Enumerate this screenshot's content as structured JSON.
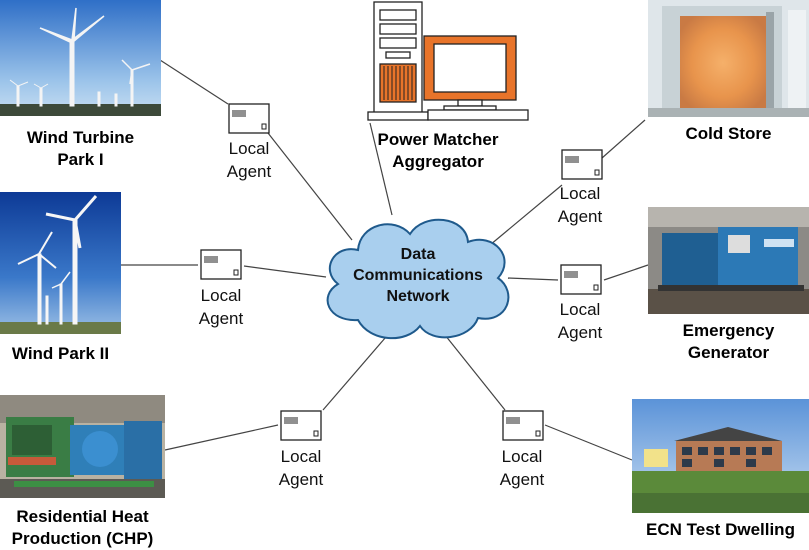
{
  "network": {
    "line1": "Data",
    "line2": "Communications",
    "line3": "Network"
  },
  "nodes": {
    "wind_turbine_park": {
      "line1": "Wind Turbine",
      "line2": "Park I"
    },
    "wind_park_2": {
      "line1": "Wind Park II"
    },
    "chp": {
      "line1": "Residential Heat",
      "line2": "Production (CHP)"
    },
    "aggregator": {
      "line1": "Power Matcher",
      "line2": "Aggregator"
    },
    "cold_store": {
      "line1": "Cold Store"
    },
    "emergency_generator": {
      "line1": "Emergency",
      "line2": "Generator"
    },
    "test_dwelling": {
      "line1": "ECN Test Dwelling"
    }
  },
  "agents": {
    "line1": "Local",
    "line2": "Agent"
  },
  "colors": {
    "cloud_fill": "#a9cfee",
    "cloud_stroke": "#1f5a8c",
    "link_line": "#444444",
    "monitor_frame": "#e8742a"
  }
}
